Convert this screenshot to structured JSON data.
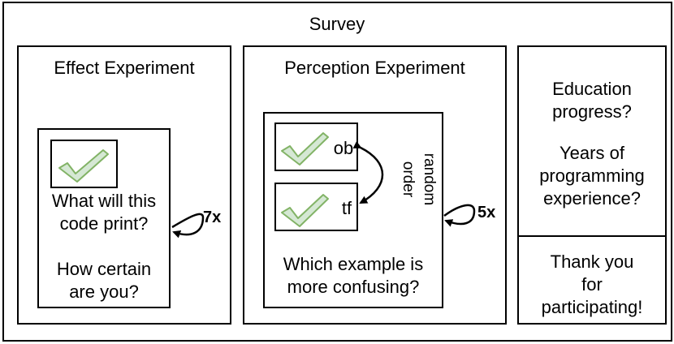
{
  "title": "Survey",
  "effect": {
    "heading": "Effect Experiment",
    "question": "What will this\ncode print?",
    "certainty": "How certain\nare you?",
    "repeat": "7x",
    "check_icon": "checkmark-icon"
  },
  "perception": {
    "heading": "Perception Experiment",
    "option_a": "ob",
    "option_b": "tf",
    "order_label": "random\norder",
    "question": "Which example is\nmore confusing?",
    "repeat": "5x",
    "check_icon": "checkmark-icon"
  },
  "demographics": {
    "education": "Education\nprogress?",
    "experience": "Years of\nprogramming\nexperience?",
    "thanks": "Thank you\nfor\nparticipating!"
  },
  "colors": {
    "check_fill": "#d5e8d4",
    "check_stroke": "#82b366",
    "line": "#000000"
  }
}
